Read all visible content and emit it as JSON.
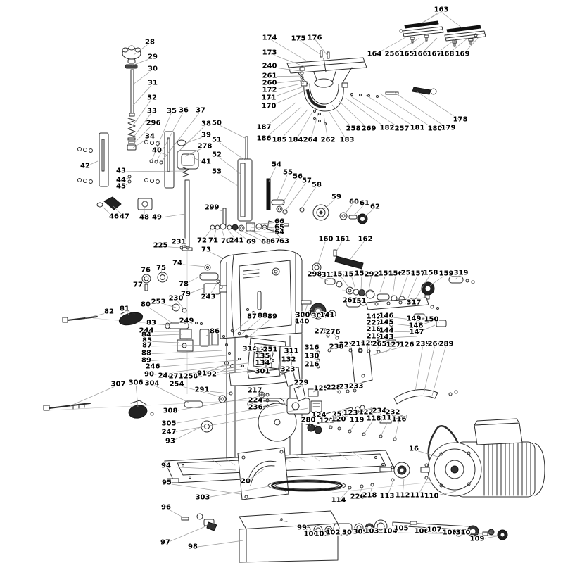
{
  "diagram": {
    "title": "exploded-parts-diagram-bandsaw",
    "colors": {
      "background": "#ffffff",
      "part_stroke": "#2b2b2b",
      "dark_fill": "#1c1c1c",
      "leader": "#999999",
      "label_color": "#000000"
    },
    "labels": [
      [
        "28",
        213,
        59,
        190,
        78
      ],
      [
        "29",
        217,
        80,
        188,
        93
      ],
      [
        "30",
        217,
        97,
        189,
        120
      ],
      [
        "31",
        217,
        117,
        189,
        150
      ],
      [
        "32",
        216,
        138,
        189,
        178
      ],
      [
        "33",
        216,
        157,
        189,
        196
      ],
      [
        "296",
        218,
        174,
        189,
        205
      ],
      [
        "34",
        213,
        193,
        189,
        210
      ],
      [
        "35",
        244,
        157,
        216,
        227
      ],
      [
        "36",
        261,
        156,
        223,
        228
      ],
      [
        "37",
        285,
        156,
        230,
        229
      ],
      [
        "38",
        293,
        175,
        252,
        217
      ],
      [
        "50",
        308,
        174,
        350,
        197
      ],
      [
        "39",
        293,
        191,
        260,
        205
      ],
      [
        "51",
        308,
        198,
        349,
        228
      ],
      [
        "278",
        291,
        207,
        263,
        222
      ],
      [
        "52",
        308,
        219,
        343,
        248
      ],
      [
        "40",
        223,
        213,
        236,
        220
      ],
      [
        "41",
        293,
        229,
        273,
        224
      ],
      [
        "53",
        308,
        243,
        338,
        264
      ],
      [
        "42",
        121,
        235,
        139,
        229
      ],
      [
        "43",
        172,
        242,
        261,
        243
      ],
      [
        "44",
        172,
        255,
        185,
        252
      ],
      [
        "45",
        172,
        264,
        185,
        260
      ],
      [
        "46",
        162,
        307,
        147,
        295
      ],
      [
        "47",
        177,
        307,
        161,
        293
      ],
      [
        "48",
        205,
        308,
        205,
        296
      ],
      [
        "49",
        223,
        308,
        263,
        304
      ],
      [
        "54",
        393,
        233,
        382,
        258
      ],
      [
        "55",
        409,
        244,
        393,
        286
      ],
      [
        "56",
        423,
        250,
        398,
        295
      ],
      [
        "57",
        436,
        256,
        405,
        300
      ],
      [
        "58",
        450,
        262,
        428,
        297
      ],
      [
        "59",
        478,
        279,
        461,
        297
      ],
      [
        "60",
        503,
        286,
        489,
        305
      ],
      [
        "61",
        518,
        288,
        501,
        308
      ],
      [
        "62",
        533,
        293,
        517,
        309
      ],
      [
        "299",
        301,
        294,
        317,
        300
      ],
      [
        "66",
        397,
        314,
        358,
        319
      ],
      [
        "65",
        397,
        322,
        356,
        323
      ],
      [
        "64",
        397,
        329,
        352,
        328
      ],
      [
        "72",
        287,
        341,
        300,
        326
      ],
      [
        "71",
        303,
        341,
        307,
        326
      ],
      [
        "70",
        321,
        342,
        315,
        325
      ],
      [
        "241",
        336,
        341,
        324,
        326
      ],
      [
        "69",
        357,
        343,
        333,
        327
      ],
      [
        "68",
        378,
        343,
        342,
        327
      ],
      [
        "67",
        391,
        342,
        355,
        327
      ],
      [
        "63",
        404,
        342,
        384,
        322
      ],
      [
        "225",
        228,
        348,
        256,
        352
      ],
      [
        "231",
        254,
        343,
        266,
        352
      ],
      [
        "73",
        293,
        354,
        315,
        366
      ],
      [
        "174",
        383,
        53,
        438,
        88
      ],
      [
        "175",
        424,
        54,
        456,
        78
      ],
      [
        "176",
        447,
        53,
        466,
        80
      ],
      [
        "173",
        383,
        74,
        434,
        95
      ],
      [
        "240",
        383,
        93,
        427,
        101
      ],
      [
        "261",
        383,
        107,
        428,
        108
      ],
      [
        "260",
        383,
        117,
        429,
        114
      ],
      [
        "172",
        383,
        127,
        432,
        118
      ],
      [
        "171",
        382,
        138,
        434,
        122
      ],
      [
        "170",
        382,
        150,
        437,
        127
      ],
      [
        "187",
        375,
        180,
        420,
        146
      ],
      [
        "186",
        375,
        196,
        428,
        152
      ],
      [
        "185",
        397,
        198,
        437,
        156
      ],
      [
        "184",
        420,
        198,
        444,
        159
      ],
      [
        "264",
        441,
        198,
        452,
        161
      ],
      [
        "262",
        466,
        198,
        460,
        163
      ],
      [
        "183",
        493,
        198,
        468,
        159
      ],
      [
        "258",
        502,
        182,
        472,
        149
      ],
      [
        "269",
        524,
        182,
        481,
        143
      ],
      [
        "182",
        550,
        181,
        491,
        139
      ],
      [
        "257",
        571,
        182,
        499,
        137
      ],
      [
        "181",
        593,
        181,
        520,
        135
      ],
      [
        "180",
        618,
        182,
        540,
        133
      ],
      [
        "179",
        637,
        181,
        560,
        131
      ],
      [
        "178",
        654,
        169,
        592,
        130
      ],
      [
        "163",
        627,
        13,
        600,
        33
      ],
      [
        "164",
        532,
        76,
        578,
        52
      ],
      [
        "256",
        557,
        76,
        596,
        54
      ],
      [
        "165",
        578,
        76,
        608,
        56
      ],
      [
        "166",
        597,
        76,
        621,
        54
      ],
      [
        "167",
        617,
        76,
        647,
        56
      ],
      [
        "168",
        635,
        76,
        665,
        54
      ],
      [
        "169",
        657,
        76,
        681,
        52
      ],
      [
        "74",
        252,
        373,
        292,
        379
      ],
      [
        "76",
        207,
        383,
        208,
        392
      ],
      [
        "75",
        229,
        380,
        230,
        389
      ],
      [
        "77",
        196,
        404,
        206,
        407
      ],
      [
        "78",
        261,
        403,
        287,
        391
      ],
      [
        "79",
        264,
        417,
        292,
        408
      ],
      [
        "243",
        296,
        421,
        308,
        403
      ],
      [
        "80",
        207,
        432,
        245,
        459
      ],
      [
        "253",
        225,
        428,
        250,
        437
      ],
      [
        "230",
        250,
        423,
        262,
        440
      ],
      [
        "82",
        155,
        442,
        121,
        452
      ],
      [
        "81",
        177,
        438,
        184,
        448
      ],
      [
        "83",
        215,
        458,
        240,
        462
      ],
      [
        "249",
        265,
        455,
        274,
        459
      ],
      [
        "244",
        208,
        469,
        256,
        471
      ],
      [
        "84",
        208,
        475,
        258,
        475
      ],
      [
        "85",
        209,
        483,
        254,
        487
      ],
      [
        "87",
        209,
        490,
        310,
        490
      ],
      [
        "88",
        208,
        501,
        316,
        498
      ],
      [
        "89",
        208,
        511,
        322,
        505
      ],
      [
        "246",
        217,
        520,
        338,
        512
      ],
      [
        "90",
        212,
        531,
        352,
        516
      ],
      [
        "248",
        235,
        533,
        342,
        521
      ],
      [
        "271",
        250,
        534,
        350,
        524
      ],
      [
        "250",
        271,
        534,
        357,
        527
      ],
      [
        "91",
        287,
        530,
        322,
        517
      ],
      [
        "92",
        301,
        531,
        330,
        521
      ],
      [
        "86",
        305,
        470,
        293,
        477
      ],
      [
        "307",
        168,
        545,
        99,
        577
      ],
      [
        "306",
        193,
        543,
        196,
        578
      ],
      [
        "304",
        216,
        544,
        268,
        572
      ],
      [
        "254",
        251,
        545,
        314,
        564
      ],
      [
        "291",
        287,
        553,
        325,
        559
      ],
      [
        "308",
        242,
        583,
        368,
        563
      ],
      [
        "305",
        240,
        601,
        406,
        574
      ],
      [
        "247",
        240,
        613,
        438,
        580
      ],
      [
        "93",
        242,
        626,
        287,
        606
      ],
      [
        "94",
        236,
        661,
        336,
        668
      ],
      [
        "95",
        237,
        685,
        342,
        702
      ],
      [
        "96",
        236,
        720,
        260,
        735
      ],
      [
        "97",
        235,
        770,
        292,
        748
      ],
      [
        "98",
        274,
        776,
        346,
        768
      ],
      [
        "20",
        349,
        683,
        376,
        666
      ],
      [
        "303",
        288,
        706,
        388,
        690
      ],
      [
        "160",
        463,
        339,
        451,
        377
      ],
      [
        "161",
        487,
        339,
        477,
        359
      ],
      [
        "162",
        519,
        339,
        498,
        368
      ],
      [
        "298",
        447,
        389,
        466,
        399
      ],
      [
        "313",
        467,
        390,
        480,
        403
      ],
      [
        "152",
        483,
        389,
        496,
        409
      ],
      [
        "153",
        499,
        389,
        505,
        411
      ],
      [
        "154",
        514,
        388,
        513,
        412
      ],
      [
        "292",
        528,
        389,
        524,
        413
      ],
      [
        "155",
        548,
        388,
        540,
        415
      ],
      [
        "156",
        562,
        388,
        558,
        420
      ],
      [
        "255",
        580,
        387,
        569,
        421
      ],
      [
        "157",
        594,
        388,
        580,
        423
      ],
      [
        "158",
        612,
        387,
        591,
        424
      ],
      [
        "159",
        634,
        388,
        611,
        406
      ],
      [
        "319",
        655,
        387,
        647,
        397
      ],
      [
        "317",
        588,
        429,
        576,
        431
      ],
      [
        "267",
        497,
        426,
        500,
        429
      ],
      [
        "151",
        510,
        427,
        515,
        430
      ],
      [
        "300",
        430,
        447,
        444,
        438
      ],
      [
        "140",
        429,
        456,
        437,
        432
      ],
      [
        "302",
        453,
        448,
        453,
        444
      ],
      [
        "141",
        465,
        447,
        470,
        446
      ],
      [
        "142",
        531,
        449,
        552,
        452
      ],
      [
        "227",
        531,
        458,
        552,
        461
      ],
      [
        "218",
        531,
        467,
        552,
        470
      ],
      [
        "219",
        531,
        477,
        552,
        479
      ],
      [
        "215",
        531,
        486,
        549,
        486
      ],
      [
        "146",
        549,
        448,
        594,
        455
      ],
      [
        "145",
        549,
        457,
        594,
        464
      ],
      [
        "144",
        549,
        469,
        594,
        472
      ],
      [
        "143",
        549,
        478,
        592,
        478
      ],
      [
        "149",
        588,
        452,
        612,
        450
      ],
      [
        "148",
        591,
        462,
        616,
        456
      ],
      [
        "147",
        592,
        471,
        618,
        462
      ],
      [
        "150",
        613,
        453,
        624,
        458
      ],
      [
        "87",
        358,
        449,
        332,
        472
      ],
      [
        "88",
        373,
        448,
        342,
        476
      ],
      [
        "89",
        387,
        449,
        352,
        480
      ],
      [
        "223",
        492,
        489,
        498,
        497
      ],
      [
        "216",
        509,
        488,
        512,
        497
      ],
      [
        "129",
        523,
        487,
        522,
        498
      ],
      [
        "265",
        539,
        488,
        534,
        499
      ],
      [
        "127",
        559,
        489,
        548,
        501
      ],
      [
        "126",
        578,
        489,
        527,
        505
      ],
      [
        "239",
        601,
        488,
        590,
        556
      ],
      [
        "260",
        618,
        488,
        602,
        560
      ],
      [
        "289",
        634,
        488,
        614,
        562
      ],
      [
        "316",
        443,
        493,
        452,
        501
      ],
      [
        "130",
        443,
        505,
        452,
        512
      ],
      [
        "216",
        443,
        517,
        452,
        521
      ],
      [
        "275",
        457,
        470,
        466,
        477
      ],
      [
        "276",
        473,
        471,
        479,
        479
      ],
      [
        "238",
        478,
        492,
        469,
        498
      ],
      [
        "314",
        355,
        495,
        364,
        500
      ],
      [
        "136",
        373,
        497,
        379,
        506
      ],
      [
        "135",
        373,
        505,
        380,
        512
      ],
      [
        "251",
        384,
        496,
        390,
        501
      ],
      [
        "311",
        414,
        498,
        406,
        505
      ],
      [
        "132",
        410,
        510,
        404,
        515
      ],
      [
        "134",
        373,
        515,
        381,
        519
      ],
      [
        "301",
        373,
        527,
        376,
        530
      ],
      [
        "323",
        409,
        524,
        411,
        531
      ],
      [
        "229",
        428,
        543,
        424,
        553
      ],
      [
        "125",
        456,
        551,
        445,
        557
      ],
      [
        "217",
        362,
        554,
        378,
        561
      ],
      [
        "224",
        363,
        568,
        378,
        569
      ],
      [
        "236",
        363,
        578,
        380,
        576
      ],
      [
        "228",
        474,
        550,
        480,
        557
      ],
      [
        "235",
        492,
        549,
        494,
        556
      ],
      [
        "233",
        506,
        548,
        502,
        556
      ],
      [
        "124",
        453,
        589,
        459,
        595
      ],
      [
        "252",
        482,
        588,
        478,
        596
      ],
      [
        "123",
        498,
        586,
        492,
        592
      ],
      [
        "122",
        520,
        585,
        509,
        589
      ],
      [
        "234",
        539,
        583,
        545,
        598
      ],
      [
        "232",
        558,
        585,
        566,
        593
      ],
      [
        "280",
        438,
        596,
        442,
        606
      ],
      [
        "121",
        464,
        597,
        470,
        607
      ],
      [
        "120",
        481,
        595,
        482,
        609
      ],
      [
        "119",
        507,
        596,
        497,
        613
      ],
      [
        "118",
        531,
        594,
        517,
        617
      ],
      [
        "117",
        553,
        593,
        541,
        620
      ],
      [
        "116",
        567,
        595,
        561,
        624
      ],
      [
        "16",
        588,
        637,
        622,
        649
      ],
      [
        "110",
        613,
        704,
        648,
        698
      ],
      [
        "111",
        593,
        703,
        607,
        681
      ],
      [
        "112",
        572,
        703,
        574,
        680
      ],
      [
        "113",
        550,
        704,
        559,
        683
      ],
      [
        "114",
        481,
        710,
        496,
        695
      ],
      [
        "226",
        508,
        705,
        515,
        692
      ],
      [
        "218",
        525,
        703,
        529,
        691
      ],
      [
        "99",
        429,
        749,
        437,
        752
      ],
      [
        "100",
        442,
        758,
        451,
        755
      ],
      [
        "101",
        457,
        758,
        466,
        755
      ],
      [
        "102",
        473,
        756,
        483,
        752
      ],
      [
        "30",
        493,
        756,
        509,
        752
      ],
      [
        "309",
        512,
        755,
        524,
        751
      ],
      [
        "103",
        528,
        754,
        539,
        750
      ],
      [
        "104",
        554,
        754,
        575,
        749
      ],
      [
        "105",
        570,
        750,
        586,
        745
      ],
      [
        "106",
        599,
        754,
        650,
        757
      ],
      [
        "107",
        617,
        752,
        670,
        757
      ],
      [
        "108",
        639,
        756,
        687,
        758
      ],
      [
        "310",
        658,
        756,
        697,
        757
      ],
      [
        "109",
        678,
        765,
        711,
        761
      ]
    ],
    "extra_leaders": [
      [
        627,
        17,
        598,
        33
      ],
      [
        627,
        17,
        657,
        40
      ]
    ]
  }
}
